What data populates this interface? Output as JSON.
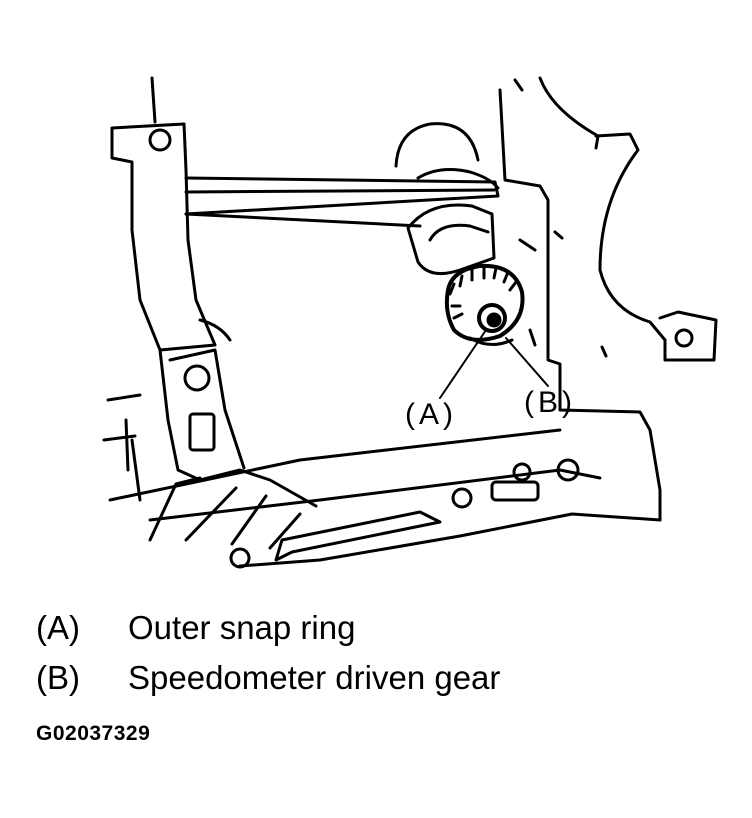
{
  "callouts": {
    "a": "(A)",
    "b": "(B)"
  },
  "legend": [
    {
      "key": "(A)",
      "text": "Outer snap ring"
    },
    {
      "key": "(B)",
      "text": "Speedometer driven gear"
    }
  ],
  "figure_code": "G02037329"
}
